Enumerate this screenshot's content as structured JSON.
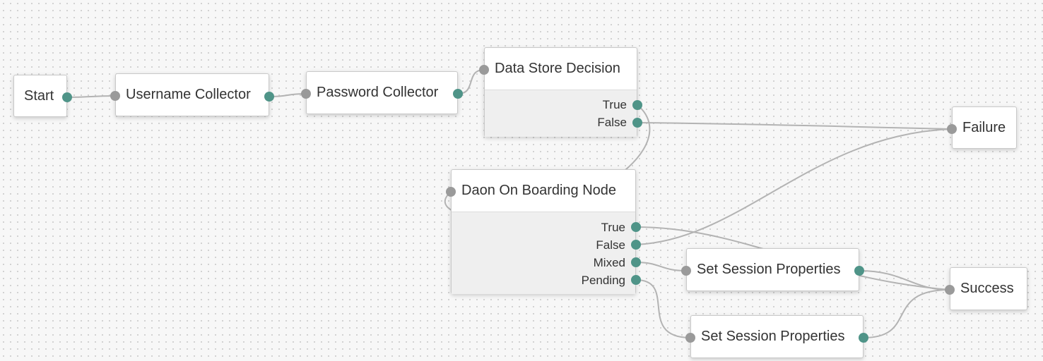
{
  "nodes": {
    "start": {
      "label": "Start"
    },
    "username": {
      "label": "Username Collector"
    },
    "password": {
      "label": "Password Collector"
    },
    "datastore": {
      "label": "Data Store Decision",
      "outcomes": [
        "True",
        "False"
      ]
    },
    "daon": {
      "label": "Daon On Boarding Node",
      "outcomes": [
        "True",
        "False",
        "Mixed",
        "Pending"
      ]
    },
    "failure": {
      "label": "Failure"
    },
    "session1": {
      "label": "Set Session Properties"
    },
    "session2": {
      "label": "Set Session Properties"
    },
    "success": {
      "label": "Success"
    }
  },
  "colors": {
    "input_port": "#9a9a9a",
    "output_port": "#4f9488",
    "wire": "#b3b3b3"
  }
}
